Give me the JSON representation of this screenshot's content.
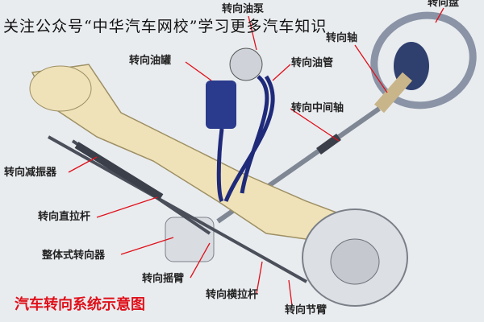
{
  "banner": "关注公众号“中华汽车网校”学习更多汽车知识",
  "title": "汽车转向系统示意图",
  "labels": {
    "steering_wheel": "转向盘",
    "steering_pump": "转向油泵",
    "steering_shaft": "转向轴",
    "oil_reservoir": "转向油罐",
    "oil_pipe": "转向油管",
    "intermediate_shaft": "转向中间轴",
    "steering_damper": "转向减振器",
    "drag_link": "转向直拉杆",
    "integral_gear": "整体式转向器",
    "pitman_arm": "转向摇臂",
    "tie_rod": "转向横拉杆",
    "knuckle_arm": "转向节臂"
  },
  "colors": {
    "leader": "#e0101a",
    "title": "#e0101a",
    "axle": "#efe2b8",
    "hose": "#1f2a7a"
  }
}
